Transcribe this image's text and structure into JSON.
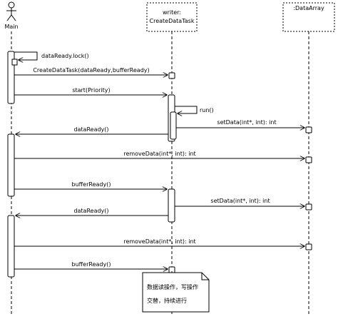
{
  "lifelines": {
    "main": {
      "label": "Main"
    },
    "writer": {
      "line1": "writer:",
      "line2": "CreateDataTask"
    },
    "dataarray": {
      "label": ":DataArray"
    }
  },
  "messages": [
    {
      "id": "m1",
      "text": "dataReady.lock()"
    },
    {
      "id": "m2",
      "text": "CreateDataTask(dataReady,bufferReady)"
    },
    {
      "id": "m3",
      "text": "start(Priority)"
    },
    {
      "id": "m4",
      "text": "run()"
    },
    {
      "id": "m5",
      "text": "setData(int*, int): int"
    },
    {
      "id": "m6",
      "text": "dataReady()"
    },
    {
      "id": "m7",
      "text": "removeData(int*, int): int"
    },
    {
      "id": "m8",
      "text": "bufferReady()"
    },
    {
      "id": "m9",
      "text": "setData(int*, int): int"
    },
    {
      "id": "m10",
      "text": "dataReady()"
    },
    {
      "id": "m11",
      "text": "removeData(int*, int): int"
    },
    {
      "id": "m12",
      "text": "bufferReady()"
    }
  ],
  "note": {
    "line1": "数据读操作，写操作",
    "line2": "交替，持续进行"
  },
  "colors": {
    "line": "#000000",
    "box_fill": "#ffffff"
  }
}
